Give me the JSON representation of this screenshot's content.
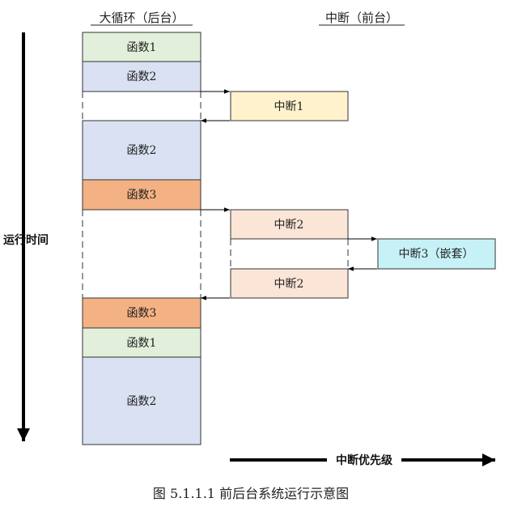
{
  "headers": {
    "background": "大循环（后台）",
    "foreground": "中断（前台）"
  },
  "time_axis_label": "运行时间",
  "priority_axis_label": "中断优先级",
  "caption": "图 5.1.1.1  前后台系统运行示意图",
  "main_loop": [
    {
      "label": "函数1",
      "color": "#e2efda"
    },
    {
      "label": "函数2",
      "color": "#d9e1f2"
    },
    {
      "label": "",
      "color": "#ffffff"
    },
    {
      "label": "函数2",
      "color": "#d9e1f2"
    },
    {
      "label": "函数3",
      "color": "#f4b183"
    },
    {
      "label": "",
      "color": "#ffffff"
    },
    {
      "label": "函数3",
      "color": "#f4b183"
    },
    {
      "label": "函数1",
      "color": "#e2efda"
    },
    {
      "label": "函数2",
      "color": "#d9e1f2"
    }
  ],
  "interrupts": [
    {
      "label": "中断1",
      "color": "#fff2cc"
    },
    {
      "label": "中断2",
      "color": "#fbe5d6"
    },
    {
      "label": "中断2",
      "color": "#fbe5d6"
    },
    {
      "label": "中断3（嵌套）",
      "color": "#c6f1f7"
    }
  ]
}
